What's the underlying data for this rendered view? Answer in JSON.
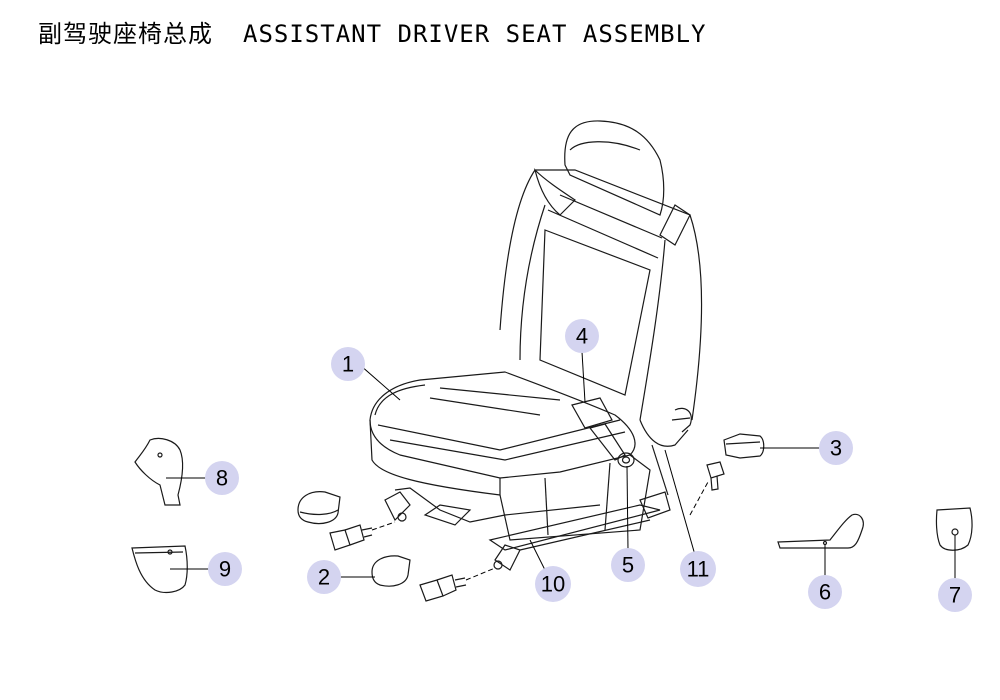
{
  "title": {
    "chinese": "副驾驶座椅总成",
    "english": "ASSISTANT DRIVER SEAT ASSEMBLY"
  },
  "callouts": [
    {
      "id": "1",
      "label": "1"
    },
    {
      "id": "2",
      "label": "2"
    },
    {
      "id": "3",
      "label": "3"
    },
    {
      "id": "4",
      "label": "4"
    },
    {
      "id": "5",
      "label": "5"
    },
    {
      "id": "6",
      "label": "6"
    },
    {
      "id": "7",
      "label": "7"
    },
    {
      "id": "8",
      "label": "8"
    },
    {
      "id": "9",
      "label": "9"
    },
    {
      "id": "10",
      "label": "10"
    },
    {
      "id": "11",
      "label": "11"
    }
  ],
  "colors": {
    "callout_fill": "#d4d4f0",
    "line": "#1a1a1a"
  }
}
